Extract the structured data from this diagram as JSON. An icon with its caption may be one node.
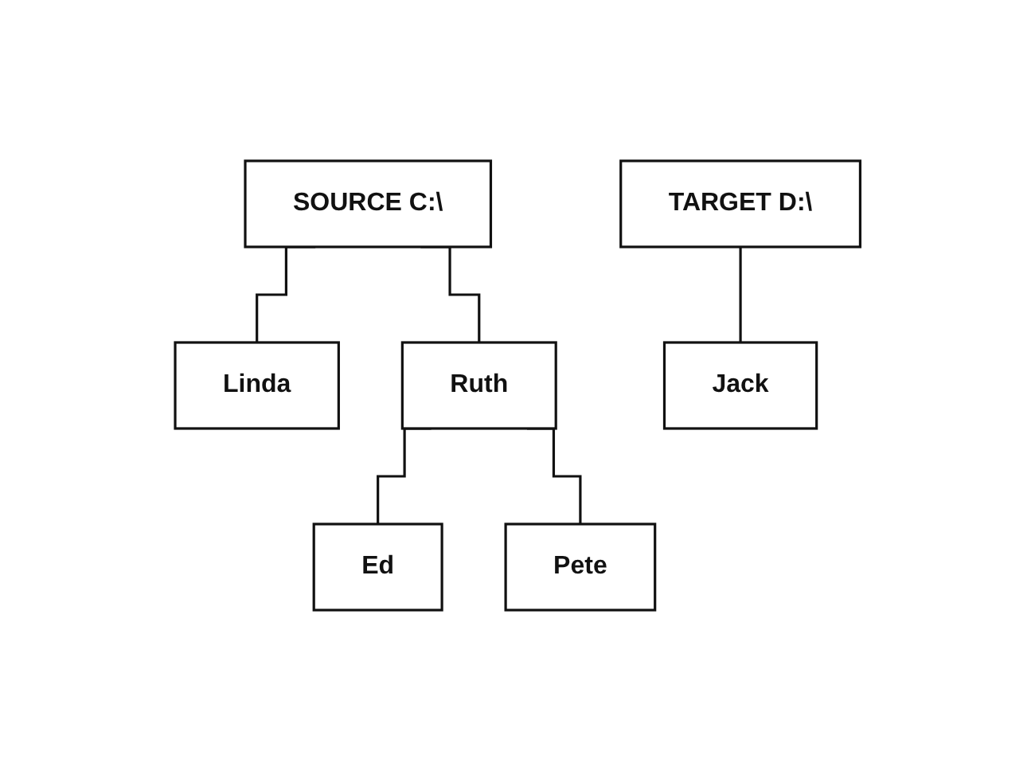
{
  "diagram": {
    "nodes": [
      {
        "text": [
          "SOURCE C:\\"
        ]
      },
      {
        "text": [
          "Linda"
        ]
      },
      {
        "text": [
          "Ruth"
        ]
      },
      {
        "text": [
          "Ed"
        ]
      },
      {
        "text": [
          "Pete"
        ]
      },
      {
        "text": [
          "TARGET D:\\"
        ]
      },
      {
        "text": [
          "Jack"
        ]
      }
    ],
    "edges": [
      {
        "from": 0,
        "to": 1,
        "arrow": "none"
      },
      {
        "from": 0,
        "to": 2,
        "arrow": "none"
      },
      {
        "from": 2,
        "to": 3,
        "arrow": "none"
      },
      {
        "from": 2,
        "to": 4,
        "arrow": "none"
      },
      {
        "from": 5,
        "to": 6,
        "arrow": "none"
      }
    ]
  }
}
